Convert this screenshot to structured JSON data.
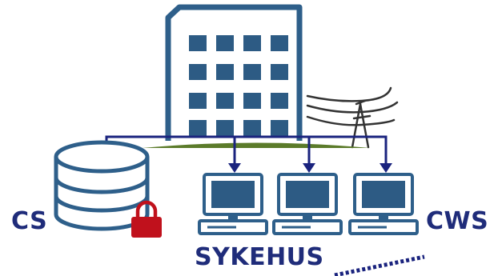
{
  "labels": {
    "server": "CS",
    "site": "SYKEHUS",
    "workstations": "CWS"
  },
  "icons": {
    "building": "hospital-building-icon",
    "power_line": "power-line-icon",
    "database": "database-server-icon",
    "lock": "padlock-icon",
    "workstation": "computer-workstation-icon"
  },
  "colors": {
    "label_text": "#1f2c7a",
    "outline_blue": "#2e5f8a",
    "screen_fill": "#2d5b84",
    "connector": "#1a237e",
    "ground": "#5b7b2a",
    "lock_red": "#c0111c"
  }
}
